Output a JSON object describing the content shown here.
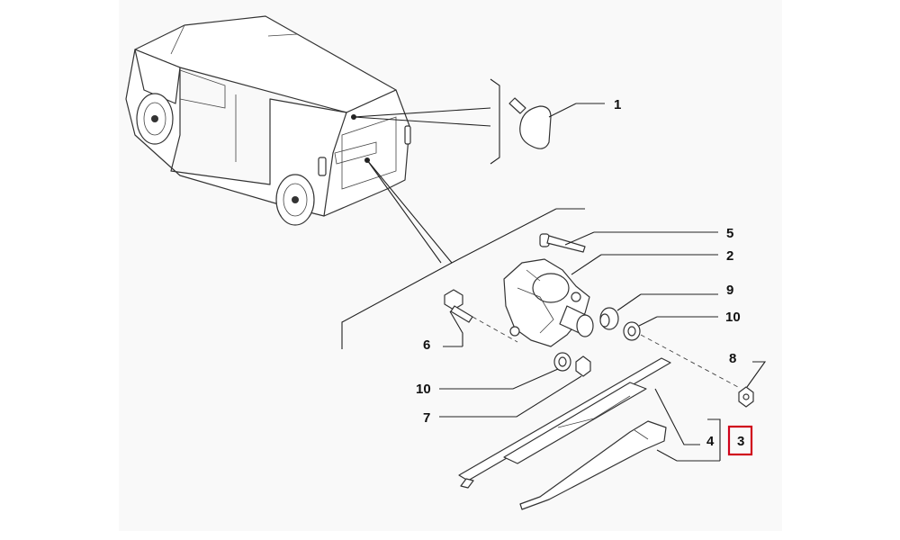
{
  "callouts": [
    {
      "id": "c1",
      "label": "1"
    },
    {
      "id": "c2",
      "label": "2"
    },
    {
      "id": "c3",
      "label": "3",
      "highlighted": true
    },
    {
      "id": "c4",
      "label": "4"
    },
    {
      "id": "c5",
      "label": "5"
    },
    {
      "id": "c6",
      "label": "6"
    },
    {
      "id": "c7",
      "label": "7"
    },
    {
      "id": "c8",
      "label": "8"
    },
    {
      "id": "c9",
      "label": "9"
    },
    {
      "id": "c10a",
      "label": "10"
    },
    {
      "id": "c10b",
      "label": "10"
    }
  ],
  "colors": {
    "highlight": "#d0021b",
    "line": "#222222",
    "background": "#ffffff",
    "paper": "#f9f9f9"
  }
}
